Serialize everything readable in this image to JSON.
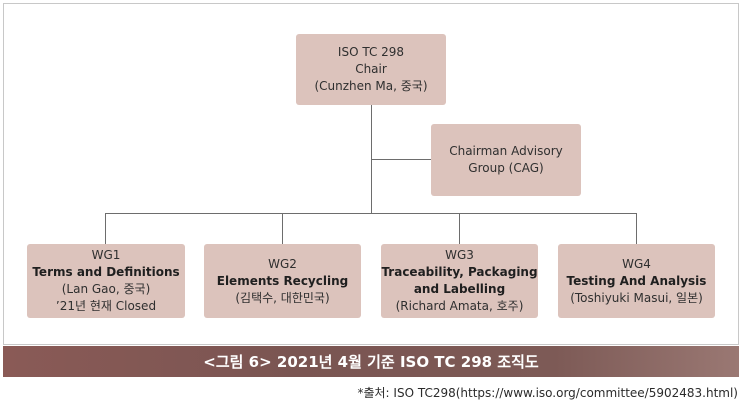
{
  "chair": {
    "line1": "ISO TC 298",
    "line2": "Chair",
    "line3": "(Cunzhen Ma, 중국)"
  },
  "cag": {
    "line1": "Chairman Advisory",
    "line2": "Group (CAG)"
  },
  "working_groups": [
    {
      "id": "WG1",
      "title": "Terms and Definitions",
      "lead": "(Lan Gao, 중국)",
      "note": "’21년 현재 Closed"
    },
    {
      "id": "WG2",
      "title": "Elements Recycling",
      "lead": "(김택수, 대한민국)"
    },
    {
      "id": "WG3",
      "title_line1": "Traceability, Packaging",
      "title_line2": "and Labelling",
      "lead": "(Richard Amata, 호주)"
    },
    {
      "id": "WG4",
      "title": "Testing And Analysis",
      "lead": "(Toshiyuki Masui, 일본)"
    }
  ],
  "caption": "<그림 6> 2021년 4월 기준 ISO TC 298 조직도",
  "source": "*출처: ISO TC298(https://www.iso.org/committee/5902483.html)",
  "colors": {
    "box_fill": "#dcc3bc",
    "connector": "#6d6d6d",
    "caption_bar": "#7d5a56",
    "caption_text": "#ffffff"
  }
}
